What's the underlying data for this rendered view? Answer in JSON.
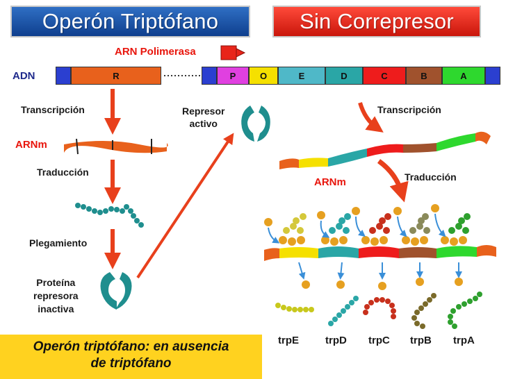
{
  "titles": {
    "left": "Operón Triptófano",
    "right": "Sin Correpresor"
  },
  "dna": {
    "label": "ADN",
    "polymerase_label": "ARN Polimerasa",
    "genes": [
      {
        "id": "R",
        "color": "#e8611c"
      },
      {
        "id": "P",
        "color": "#e040e0"
      },
      {
        "id": "O",
        "color": "#f5e000"
      },
      {
        "id": "E",
        "color": "#4fb8c8"
      },
      {
        "id": "D",
        "color": "#2aa6a6"
      },
      {
        "id": "C",
        "color": "#ee1c1c"
      },
      {
        "id": "B",
        "color": "#a0522d"
      },
      {
        "id": "A",
        "color": "#2ed82e"
      }
    ]
  },
  "left_flow": {
    "transcription": "Transcripción",
    "mrna": "ARNm",
    "translation": "Traducción",
    "folding": "Plegamiento",
    "inactive_repressor": [
      "Proteína",
      "represora",
      "inactiva"
    ]
  },
  "active_repressor": [
    "Represor",
    "activo"
  ],
  "right_flow": {
    "transcription": "Transcripción",
    "translation": "Traducción",
    "mrna": "ARNm"
  },
  "enzymes": [
    "trpE",
    "trpD",
    "trpC",
    "trpB",
    "trpA"
  ],
  "caption": [
    "Operón triptófano: en ausencia",
    "de triptófano"
  ],
  "colors": {
    "arrow": "#e8401c",
    "title_blue": "#1f55a8",
    "title_red": "#e8251a",
    "caption_bg": "#ffd21f",
    "repressor": "#1f8e8e"
  }
}
